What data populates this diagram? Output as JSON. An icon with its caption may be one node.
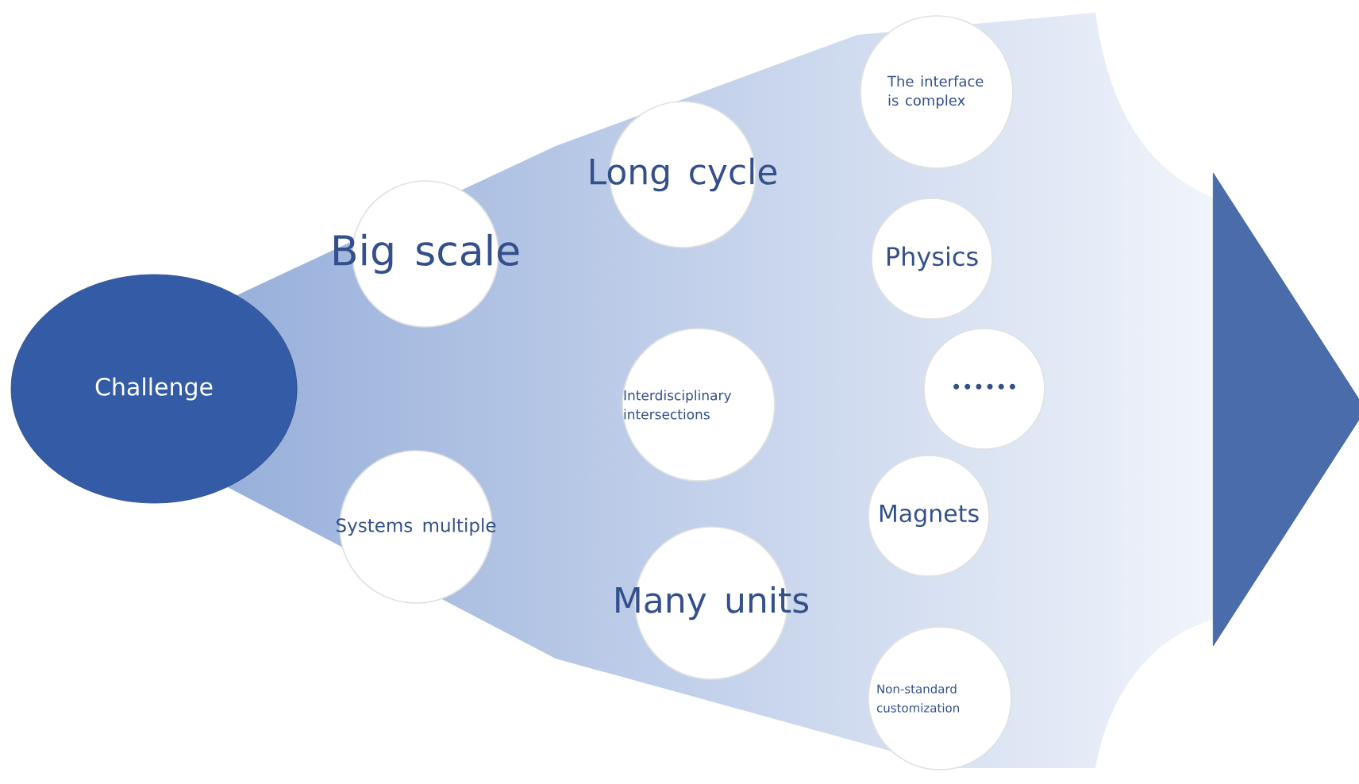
{
  "diagram": {
    "nodes": [
      {
        "text": [
          "Challenge"
        ]
      },
      {
        "text": [
          "Big scale"
        ]
      },
      {
        "text": [
          "Systems multiple"
        ]
      },
      {
        "text": [
          "Long cycle"
        ]
      },
      {
        "text": [
          "Interdisciplinary intersections"
        ]
      },
      {
        "text": [
          "Many units"
        ]
      },
      {
        "text": [
          "The interface is complex"
        ]
      },
      {
        "text": [
          "Physics"
        ]
      },
      {
        "text": [
          "••••••"
        ]
      },
      {
        "text": [
          "Magnets"
        ]
      },
      {
        "text": [
          "Non-standard customization"
        ]
      },
      {
        "text": [],
        "shape": "triangle"
      }
    ]
  }
}
